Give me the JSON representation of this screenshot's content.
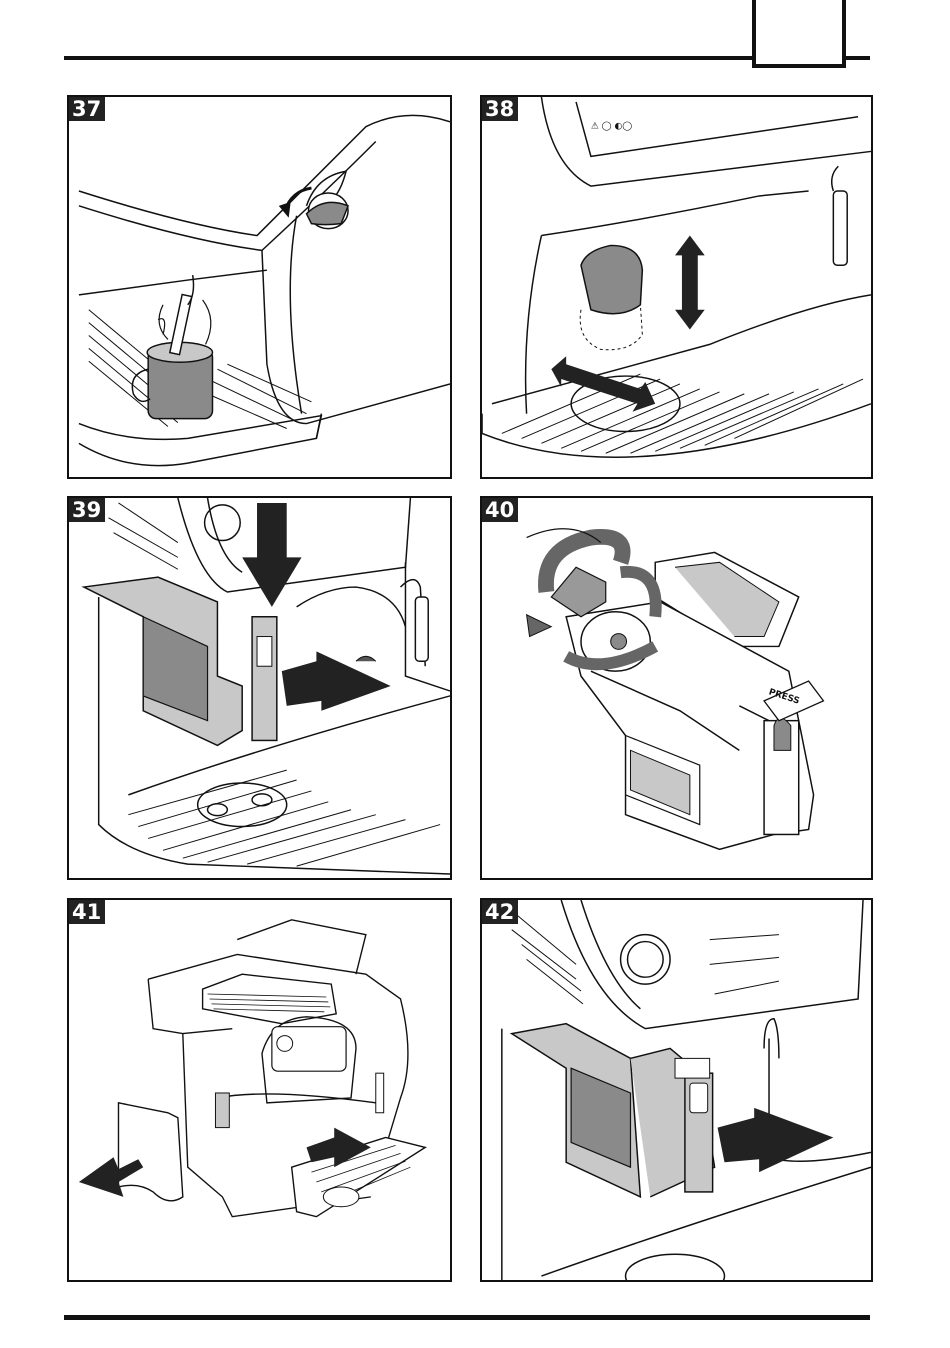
{
  "page": {
    "figures": [
      {
        "number": "37",
        "icon": "steam-wand-cup-illustration"
      },
      {
        "number": "38",
        "icon": "dispenser-adjust-illustration"
      },
      {
        "number": "39",
        "icon": "brew-group-removal-illustration"
      },
      {
        "number": "40",
        "icon": "brew-group-rotate-illustration",
        "label": "PRESS"
      },
      {
        "number": "41",
        "icon": "drip-tray-removal-illustration"
      },
      {
        "number": "42",
        "icon": "brew-group-insert-illustration"
      }
    ]
  },
  "colors": {
    "line": "#111111",
    "fill_gray": "#8a8a8a",
    "light_gray": "#c8c8c8"
  }
}
